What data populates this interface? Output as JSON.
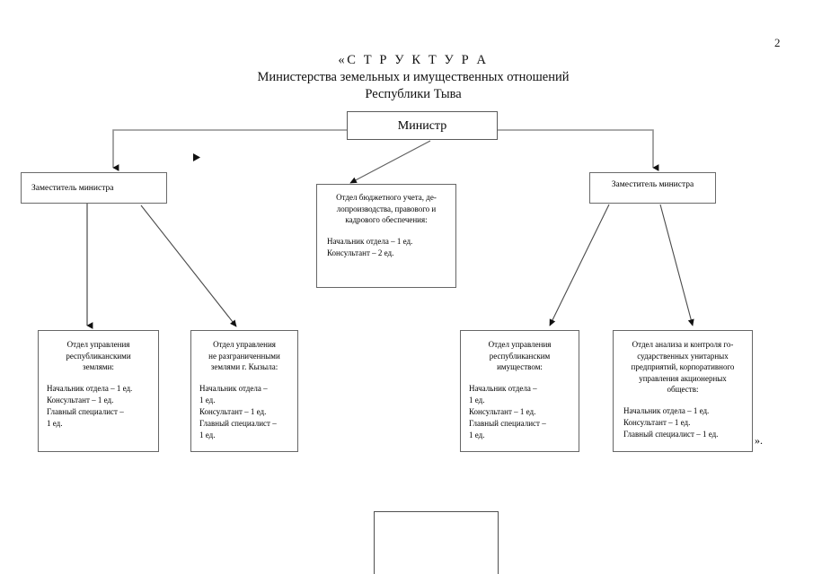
{
  "page": {
    "number": "2",
    "closing_quote": "».",
    "line_color": "#8a8a8a",
    "arrow_color": "#1a1a1a",
    "box_border_color": "#666666",
    "text_color": "#000000"
  },
  "title": {
    "line1": "«С Т Р У К Т У Р А",
    "line2": "Министерства земельных и имущественных отношений",
    "line3": "Республики Тыва"
  },
  "chart_data": {
    "type": "diagram",
    "root": {
      "id": "minister",
      "label": "Министр"
    },
    "nodes": [
      {
        "id": "deputy-left",
        "label": "Заместитель министра",
        "parent": "minister"
      },
      {
        "id": "deputy-right",
        "label": "Заместитель министра",
        "parent": "minister"
      },
      {
        "id": "budget-dept",
        "title": "Отдел бюджетного учета, де-лопроизводства, правового и кадрового обеспечения:",
        "parent": "minister",
        "staff": [
          "Начальник отдела – 1 ед.",
          "Консультант – 2 ед."
        ]
      },
      {
        "id": "dept-republican-lands",
        "title": "Отдел управления республиканскими землями:",
        "parent": "deputy-left",
        "staff": [
          "Начальник отдела – 1 ед.",
          "Консультант – 1 ед.",
          "Главный специалист – 1 ед."
        ]
      },
      {
        "id": "dept-undivided-lands",
        "title": "Отдел управления не разграниченными землями г. Кызыла:",
        "parent": "deputy-left",
        "staff": [
          "Начальник отдела – 1 ед.",
          "Консультант – 1 ед.",
          "Главный специалист – 1 ед."
        ]
      },
      {
        "id": "dept-republican-property",
        "title": "Отдел управления республиканским имуществом:",
        "parent": "deputy-right",
        "staff": [
          "Начальник отдела – 1 ед.",
          "Консультант – 1 ед.",
          "Главный специалист – 1 ед."
        ]
      },
      {
        "id": "dept-analysis-control",
        "title": "Отдел анализа и контроля  государственных унитарных предприятий, корпоративного управления акционерных обществ:",
        "parent": "deputy-right",
        "staff": [
          "Начальник отдела – 1 ед.",
          "Консультант – 1 ед.",
          "Главный специалист – 1 ед."
        ]
      },
      {
        "id": "empty-box",
        "title": "",
        "parent": null,
        "staff": []
      }
    ]
  },
  "boxes": {
    "minister": {
      "label": "Министр"
    },
    "deputy_left": {
      "label": "Заместитель министра"
    },
    "deputy_right": {
      "label": "Заместитель министра"
    },
    "budget": {
      "title_l1": "Отдел бюджетного учета, де-",
      "title_l2": "лопроизводства, правового и",
      "title_l3": "кадрового обеспечения:",
      "staff_l1": "Начальник отдела – 1 ед.",
      "staff_l2": "Консультант – 2 ед."
    },
    "dept1": {
      "title_l1": "Отдел управления",
      "title_l2": "республиканскими",
      "title_l3": "землями:",
      "staff_l1": "Начальник отдела – 1 ед.",
      "staff_l2": "Консультант – 1 ед.",
      "staff_l3": "Главный специалист –",
      "staff_l4": "1 ед."
    },
    "dept2": {
      "title_l1": "Отдел управления",
      "title_l2": "не разграниченными",
      "title_l3": "землями г. Кызыла:",
      "staff_l1": "Начальник отдела –",
      "staff_l2": "1 ед.",
      "staff_l3": "Консультант – 1 ед.",
      "staff_l4": "Главный специалист –",
      "staff_l5": "1 ед."
    },
    "dept3": {
      "title_l1": "Отдел управления",
      "title_l2": "республиканским",
      "title_l3": "имуществом:",
      "staff_l1": "Начальник отдела –",
      "staff_l2": "1 ед.",
      "staff_l3": "Консультант – 1 ед.",
      "staff_l4": "Главный специалист –",
      "staff_l5": "1 ед."
    },
    "dept4": {
      "title_l1": "Отдел анализа и контроля  го-",
      "title_l2": "сударственных унитарных",
      "title_l3": "предприятий, корпоративного",
      "title_l4": "управления акционерных",
      "title_l5": "обществ:",
      "staff_l1": "Начальник отдела – 1 ед.",
      "staff_l2": "Консультант – 1 ед.",
      "staff_l3": "Главный специалист – 1 ед."
    }
  }
}
